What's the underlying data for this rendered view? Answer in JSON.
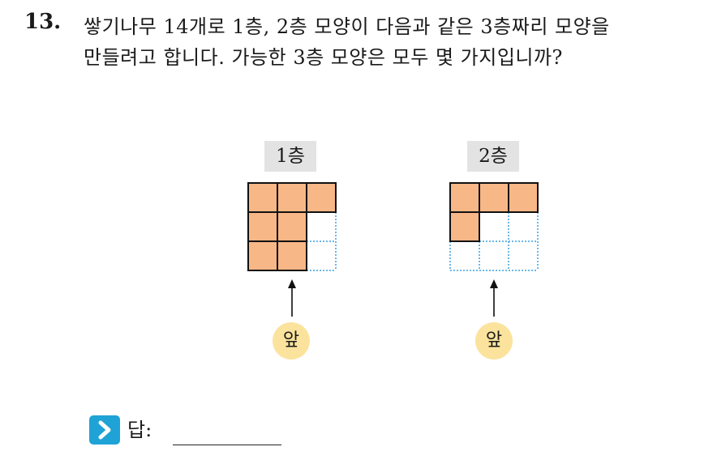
{
  "question": {
    "number": "13.",
    "line1": "쌓기나무 14개로 1층, 2층 모양이 다음과 같은 3층짜리 모양을",
    "line2": "만들려고 합니다. 가능한 3층 모양은 모두 몇 가지입니까?"
  },
  "layers": [
    {
      "label": "1층",
      "grid": [
        [
          1,
          1,
          1
        ],
        [
          1,
          1,
          0
        ],
        [
          1,
          1,
          0
        ]
      ],
      "front_label": "앞"
    },
    {
      "label": "2층",
      "grid": [
        [
          1,
          1,
          1
        ],
        [
          1,
          0,
          0
        ],
        [
          0,
          0,
          0
        ]
      ],
      "front_label": "앞"
    }
  ],
  "answer": {
    "label": "답:",
    "value": ""
  },
  "colors": {
    "filled_cell": "#f8b786",
    "empty_cell_border": "#3aa0e0",
    "label_background": "#e3e3e3",
    "front_circle": "#fbe39d",
    "answer_icon": "#1fa3d6"
  }
}
